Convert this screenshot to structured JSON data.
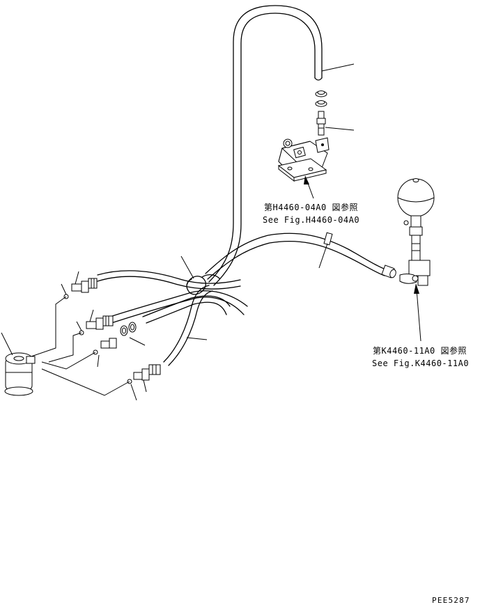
{
  "references": {
    "fig_h_jp": "第H4460-04A0 図参照",
    "fig_h_en": "See Fig.H4460-04A0",
    "fig_k_jp": "第K4460-11A0 図参照",
    "fig_k_en": "See Fig.K4460-11A0"
  },
  "drawing_code": "PEE5287"
}
